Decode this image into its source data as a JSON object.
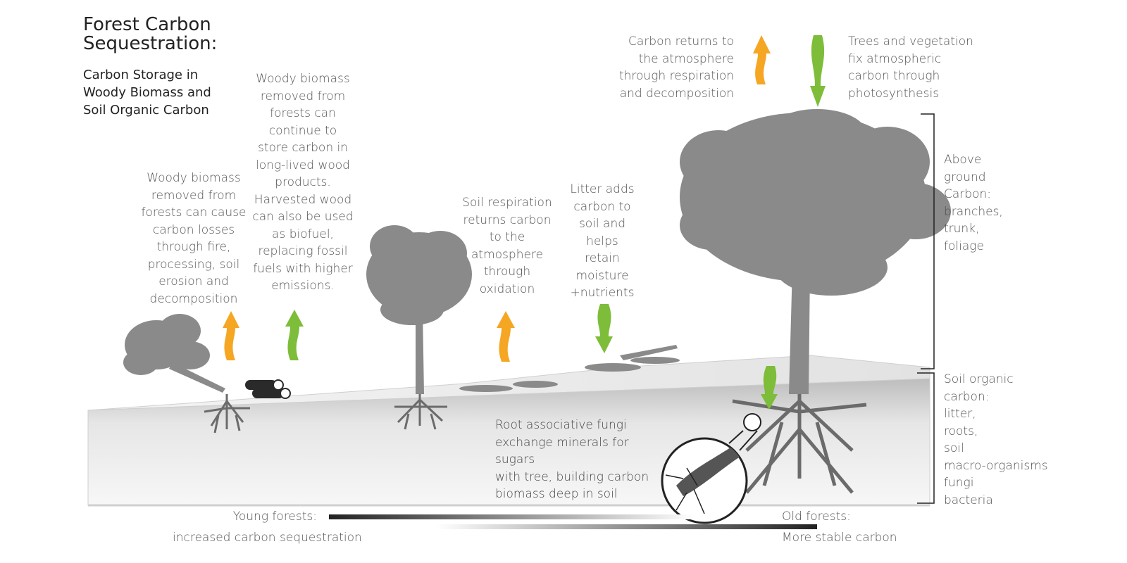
{
  "title_lines": [
    "Forest Carbon",
    "Sequestration:"
  ],
  "subtitle_lines": [
    "Carbon Storage in",
    "Woody Biomass and",
    "Soil Organic Carbon"
  ],
  "labels": {
    "woody_loss": [
      "Woody biomass",
      "removed from",
      "forests can cause",
      "carbon losses",
      "through fire,",
      "processing, soil",
      "erosion and",
      "decomposition"
    ],
    "woody_store": [
      "Woody biomass",
      "removed from",
      "forests can",
      "continue to",
      "store carbon in",
      "long-lived wood",
      "products.",
      "Harvested wood",
      "can also be used",
      "as biofuel,",
      "replacing fossil",
      "fuels with higher",
      "emissions."
    ],
    "soil_respiration": [
      "Soil respiration",
      "returns carbon",
      "to the",
      "atmosphere",
      "through",
      "oxidation"
    ],
    "litter": [
      "Litter adds",
      "carbon to",
      "soil and",
      "helps",
      "retain",
      "moisture",
      "+nutrients"
    ],
    "carbon_returns": [
      "Carbon returns to",
      "the atmosphere",
      "through respiration",
      "and decomposition"
    ],
    "trees_fix": [
      "Trees and vegetation",
      "fix atmospheric",
      "carbon through",
      "photosynthesis"
    ],
    "above_ground": [
      "Above",
      "ground",
      "Carbon:",
      "branches,",
      "trunk,",
      "foliage"
    ],
    "soil_organic": [
      "Soil organic",
      "carbon:",
      "litter,",
      "roots,",
      "soil",
      "macro-organisms",
      "fungi",
      "bacteria"
    ],
    "fungi": [
      "Root associative fungi",
      "exchange minerals for sugars",
      "with tree, building carbon",
      "biomass deep in  soil"
    ],
    "young_forests": [
      "Young forests:",
      "increased carbon sequestration"
    ],
    "old_forests": [
      "Old forests:",
      "More stable carbon"
    ]
  },
  "colors": {
    "orange_arrow": "#f5a623",
    "green_arrow": "#7dbd3a",
    "tree_gray": "#8a8a8a",
    "root_gray": "#6b6b6b",
    "soil_light": "#ececec"
  }
}
